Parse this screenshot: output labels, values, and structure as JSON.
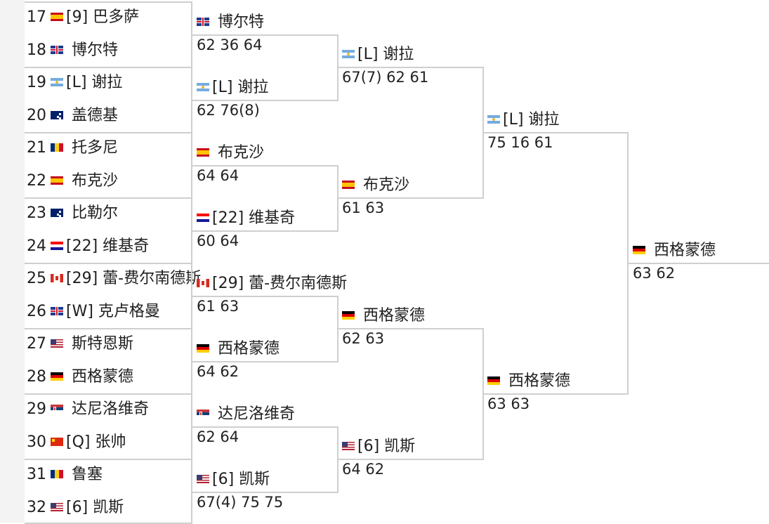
{
  "players": [
    {
      "seed": "17",
      "flag": "es",
      "name": "[9] 巴多萨"
    },
    {
      "seed": "18",
      "flag": "gb",
      "name": "博尔特"
    },
    {
      "seed": "19",
      "flag": "ar",
      "name": "[L] 谢拉"
    },
    {
      "seed": "20",
      "flag": "au",
      "name": "盖德基"
    },
    {
      "seed": "21",
      "flag": "ro",
      "name": "托多尼"
    },
    {
      "seed": "22",
      "flag": "es",
      "name": "布克沙"
    },
    {
      "seed": "23",
      "flag": "au",
      "name": "比勒尔"
    },
    {
      "seed": "24",
      "flag": "hr",
      "name": "[22] 维基奇"
    },
    {
      "seed": "25",
      "flag": "ca",
      "name": "[29] 蕾-费尔南德斯"
    },
    {
      "seed": "26",
      "flag": "gb",
      "name": "[W] 克卢格曼"
    },
    {
      "seed": "27",
      "flag": "us",
      "name": "斯特恩斯"
    },
    {
      "seed": "28",
      "flag": "de",
      "name": "西格蒙德"
    },
    {
      "seed": "29",
      "flag": "rs",
      "name": "达尼洛维奇"
    },
    {
      "seed": "30",
      "flag": "cn",
      "name": "[Q] 张帅"
    },
    {
      "seed": "31",
      "flag": "ro",
      "name": "鲁塞"
    },
    {
      "seed": "32",
      "flag": "us",
      "name": "[6] 凯斯"
    }
  ],
  "round2": [
    {
      "flag": "gb",
      "name": "博尔特",
      "score": "62 36 64"
    },
    {
      "flag": "ar",
      "name": "[L] 谢拉",
      "score": "62 76(8)"
    },
    {
      "flag": "es",
      "name": "布克沙",
      "score": "64 64"
    },
    {
      "flag": "hr",
      "name": "[22] 维基奇",
      "score": "60 64"
    },
    {
      "flag": "ca",
      "name": "[29] 蕾-费尔南德斯",
      "score": "61 63"
    },
    {
      "flag": "de",
      "name": "西格蒙德",
      "score": "64 62"
    },
    {
      "flag": "rs",
      "name": "达尼洛维奇",
      "score": "62 64"
    },
    {
      "flag": "us",
      "name": "[6] 凯斯",
      "score": "67(4) 75 75"
    }
  ],
  "round3": [
    {
      "flag": "ar",
      "name": "[L] 谢拉",
      "score": "67(7) 62 61"
    },
    {
      "flag": "es",
      "name": "布克沙",
      "score": "61 63"
    },
    {
      "flag": "de",
      "name": "西格蒙德",
      "score": "62 63"
    },
    {
      "flag": "us",
      "name": "[6] 凯斯",
      "score": "64 62"
    }
  ],
  "round4": [
    {
      "flag": "ar",
      "name": "[L] 谢拉",
      "score": "75 16 61"
    },
    {
      "flag": "de",
      "name": "西格蒙德",
      "score": "63 63"
    }
  ],
  "round5": [
    {
      "flag": "de",
      "name": "西格蒙德",
      "score": "63 62"
    }
  ]
}
